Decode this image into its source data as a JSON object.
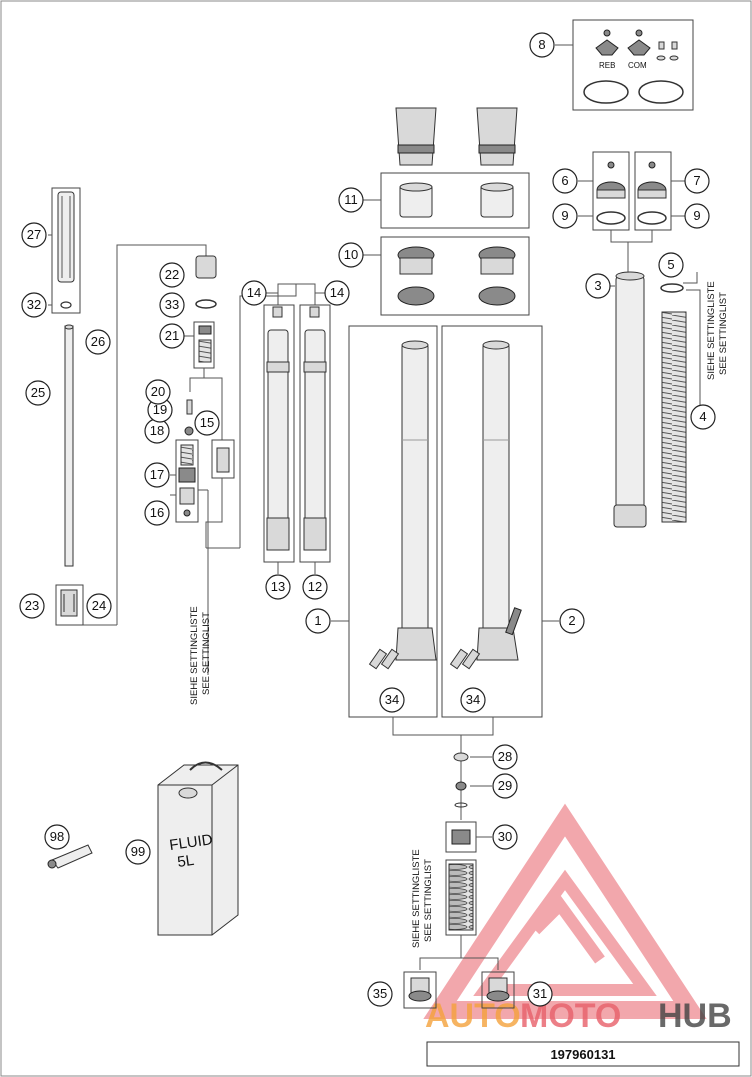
{
  "callouts": [
    {
      "num": "1"
    },
    {
      "num": "2"
    },
    {
      "num": "3"
    },
    {
      "num": "4"
    },
    {
      "num": "5"
    },
    {
      "num": "6"
    },
    {
      "num": "7"
    },
    {
      "num": "8"
    },
    {
      "num": "9"
    },
    {
      "num": "9"
    },
    {
      "num": "10"
    },
    {
      "num": "11"
    },
    {
      "num": "12"
    },
    {
      "num": "13"
    },
    {
      "num": "14"
    },
    {
      "num": "14"
    },
    {
      "num": "15"
    },
    {
      "num": "16"
    },
    {
      "num": "17"
    },
    {
      "num": "18"
    },
    {
      "num": "19"
    },
    {
      "num": "20"
    },
    {
      "num": "21"
    },
    {
      "num": "22"
    },
    {
      "num": "23"
    },
    {
      "num": "24"
    },
    {
      "num": "25"
    },
    {
      "num": "26"
    },
    {
      "num": "27"
    },
    {
      "num": "28"
    },
    {
      "num": "29"
    },
    {
      "num": "30"
    },
    {
      "num": "31"
    },
    {
      "num": "32"
    },
    {
      "num": "33"
    },
    {
      "num": "34"
    },
    {
      "num": "34"
    },
    {
      "num": "35"
    },
    {
      "num": "98"
    },
    {
      "num": "99"
    }
  ],
  "labels": {
    "reb": "REB",
    "com": "COM",
    "fluid_line1": "FLUID",
    "fluid_line2": "5L"
  },
  "notes": {
    "settinglist_de": "SIEHE SETTINGLISTE",
    "settinglist_en": "SEE SETTINGLIST"
  },
  "document_number": "197960131",
  "watermark": {
    "text_part1": "AUTO",
    "text_part2": "MOTO",
    "text_part3": "HUB",
    "color_orange": "#f5a23c",
    "color_red": "#e8606a",
    "color_dark": "#444444"
  }
}
